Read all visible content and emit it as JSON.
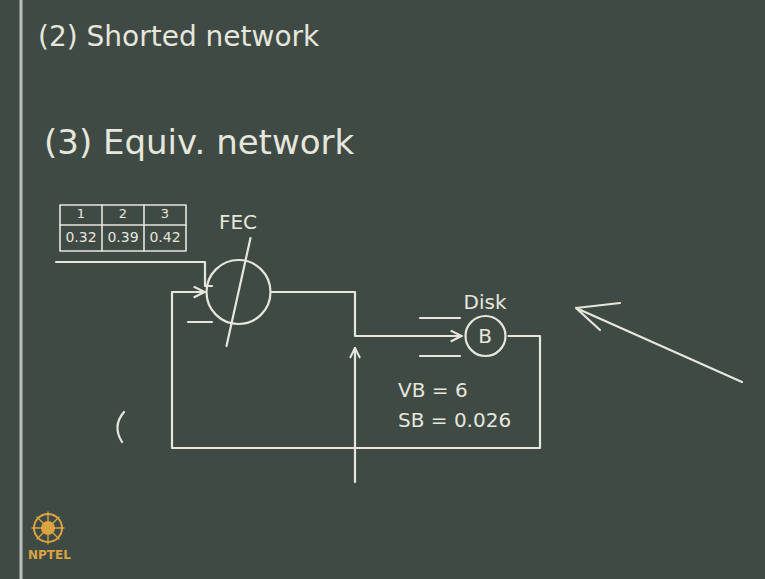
{
  "diagram": {
    "nodes": [
      {
        "text": [
          "FEC"
        ]
      },
      {
        "text": [
          "Disk",
          "B"
        ]
      }
    ],
    "edges": [
      {
        "from": 0,
        "to": 1,
        "arrow": "to"
      },
      {
        "from": 1,
        "to": 0,
        "arrow": "to"
      }
    ],
    "labels": [
      "(2) Shorted network",
      "(3) Equiv. network",
      "1",
      "2",
      "3",
      "0.32",
      "0.39",
      "0.42",
      "VB = 6",
      "SB = 0.026",
      "NPTEL"
    ]
  }
}
